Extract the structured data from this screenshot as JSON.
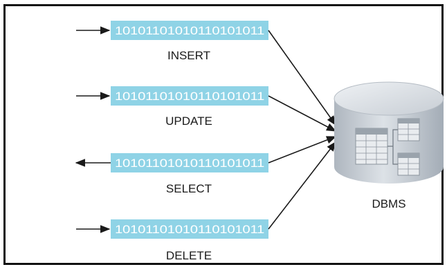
{
  "operations": [
    {
      "bits": "10101101010110101011",
      "label": "INSERT",
      "direction": "in"
    },
    {
      "bits": "10101101010110101011",
      "label": "UPDATE",
      "direction": "in"
    },
    {
      "bits": "10101101010110101011",
      "label": "SELECT",
      "direction": "out"
    },
    {
      "bits": "10101101010110101011",
      "label": "DELETE",
      "direction": "in"
    }
  ],
  "dbms": {
    "label": "DBMS"
  },
  "colors": {
    "packet": "#8fd3e6",
    "packet_text": "#ffffff",
    "cylinder_top": "#d7dce2",
    "cylinder_body": "#bfc6ce",
    "table_fill": "#e9ecef",
    "line": "#1a1a1a"
  },
  "icons": [
    "arrow-right-icon",
    "arrow-left-icon",
    "database-cylinder-icon",
    "table-icon"
  ]
}
